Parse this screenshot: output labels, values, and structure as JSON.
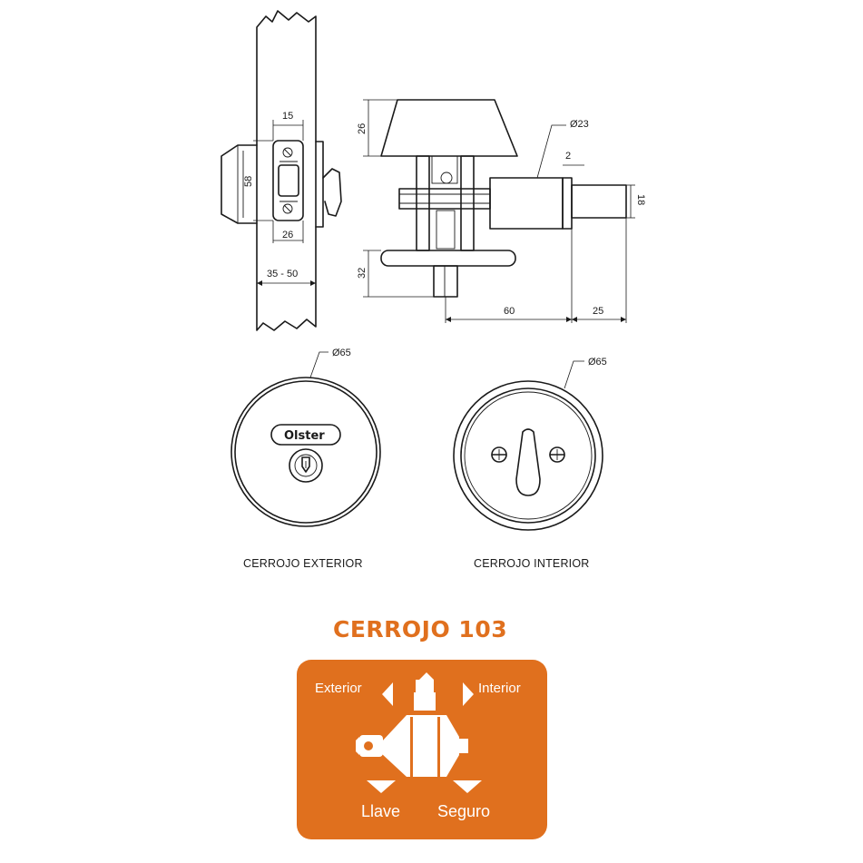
{
  "colors": {
    "accent": "#e0701e",
    "ink": "#1a1a1a",
    "background": "#ffffff"
  },
  "dimensions": {
    "strike_width": "15",
    "strike_height": "58",
    "strike_hole": "26",
    "door_thickness": "35 - 50",
    "knob_height": "26",
    "cylinder_diameter": "Ø23",
    "spindle_gap": "2",
    "spindle_diameter": "18",
    "rose_height": "32",
    "backset": "60",
    "spindle_length": "25",
    "exterior_rose_diameter": "Ø65",
    "interior_rose_diameter": "Ø65"
  },
  "brand_mark": "Olster",
  "captions": {
    "exterior": "CERROJO EXTERIOR",
    "interior": "CERROJO INTERIOR"
  },
  "title": "CERROJO 103",
  "legend": {
    "exterior": "Exterior",
    "interior": "Interior",
    "key": "Llave",
    "lock": "Seguro"
  }
}
